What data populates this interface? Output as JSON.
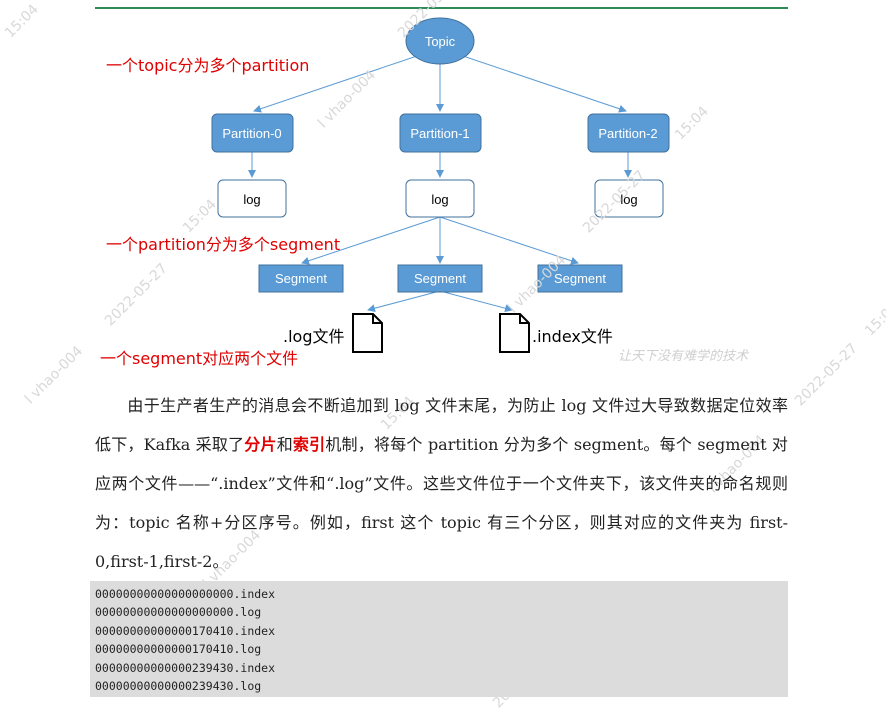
{
  "diagram": {
    "topic": "Topic",
    "partitions": [
      "Partition-0",
      "Partition-1",
      "Partition-2"
    ],
    "logs": [
      "log",
      "log",
      "log"
    ],
    "segments": [
      "Segment",
      "Segment",
      "Segment"
    ],
    "notes": {
      "topic": "一个topic分为多个partition",
      "partition": "一个partition分为多个segment",
      "segment": "一个segment对应两个文件"
    },
    "files": {
      "log": ".log文件",
      "index": ".index文件"
    },
    "colors": {
      "node_fill": "#5b9bd5",
      "node_stroke": "#41719c",
      "arrow": "#5b9bd5",
      "note": "#e00000"
    }
  },
  "watermark": {
    "user": "l vhao-004",
    "date": "2022-05-27",
    "time": "15:04",
    "slogan": "让天下没有难学的技术"
  },
  "paragraph": {
    "t1": "由于生产者生产的消息会不断追加到 log 文件末尾，为防止 log 文件过大导致数据定位效率低下，Kafka 采取了",
    "h1": "分片",
    "t2": "和",
    "h2": "索引",
    "t3": "机制，将每个 partition 分为多个 segment。每个 segment 对应两个文件——“.index”文件和“.log”文件。这些文件位于一个文件夹下，该文件夹的命名规则为：topic 名称+分区序号。例如，first 这个 topic 有三个分区，则其对应的文件夹为 first-0,first-1,first-2。"
  },
  "code_lines": [
    "00000000000000000000.index",
    "00000000000000000000.log",
    "00000000000000170410.index",
    "00000000000000170410.log",
    "00000000000000239430.index",
    "00000000000000239430.log"
  ]
}
